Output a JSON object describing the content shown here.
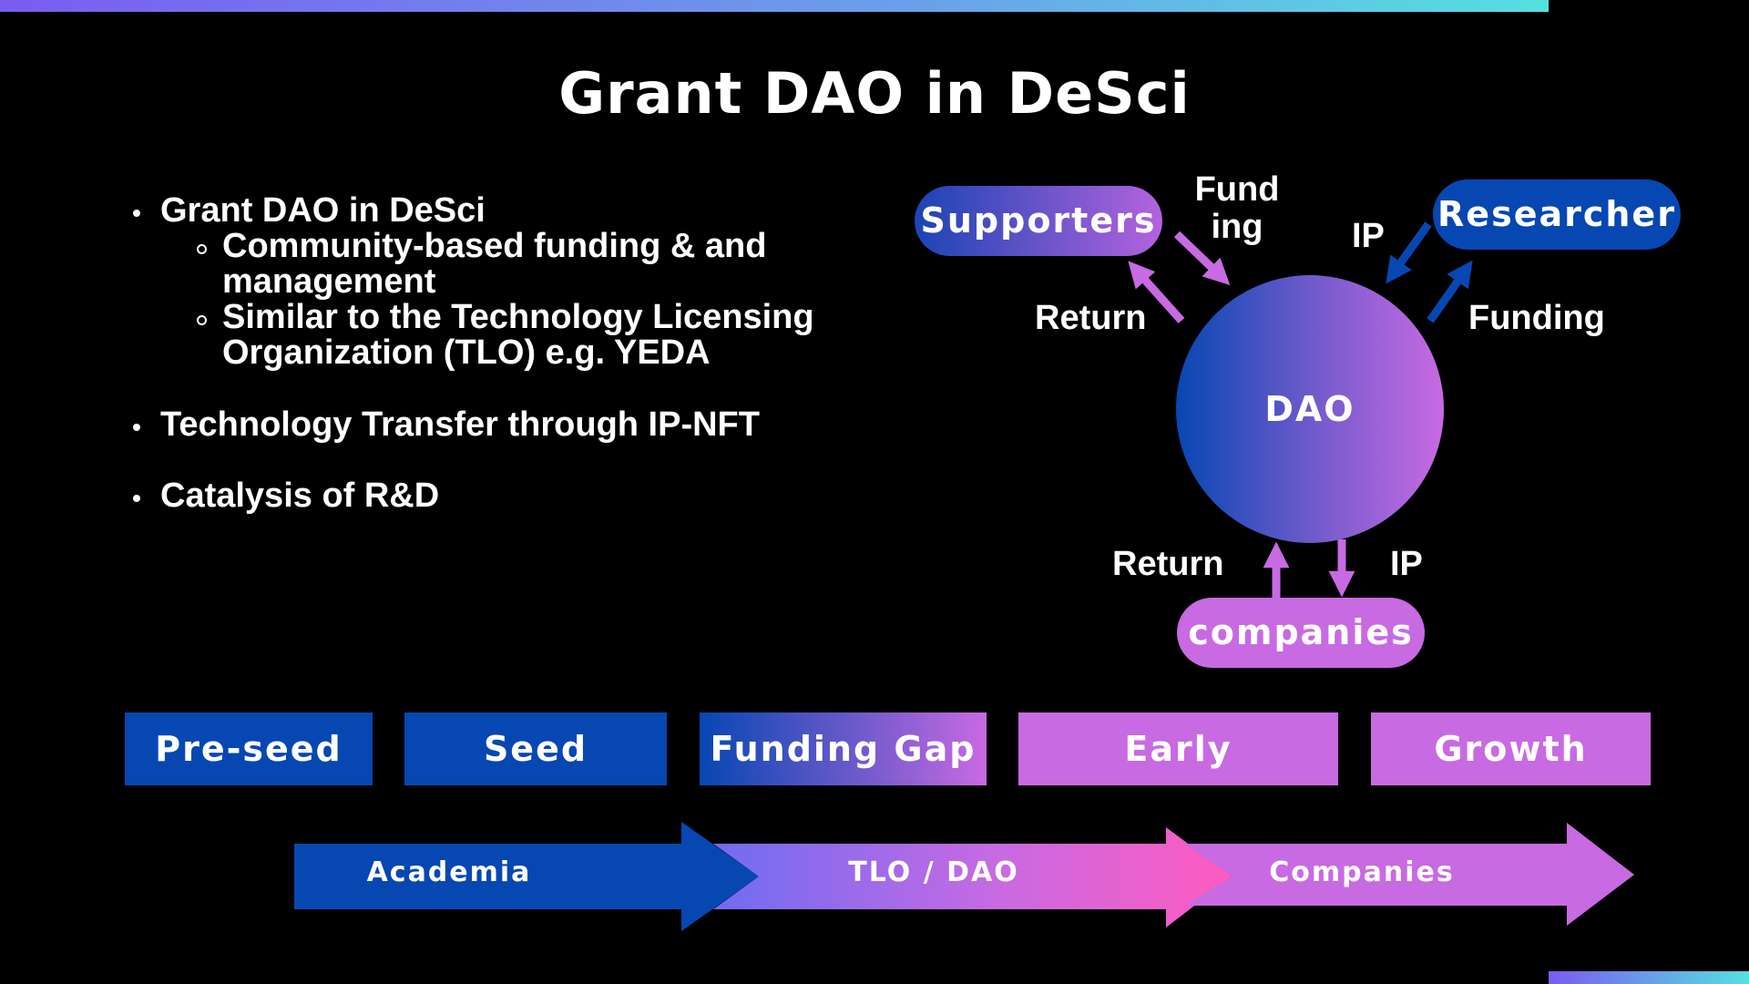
{
  "title": "Grant DAO in DeSci",
  "bullets": {
    "item1": "Grant DAO in DeSci",
    "item1_sub1_line1": "Community-based funding & and",
    "item1_sub1_line2": "management",
    "item1_sub2_line1": "Similar to the Technology Licensing",
    "item1_sub2_line2": "Organization (TLO) e.g. YEDA",
    "item2": "Technology Transfer through IP-NFT",
    "item3": "Catalysis of R&D"
  },
  "diagram": {
    "center": "DAO",
    "supporters": "Supporters",
    "researcher": "Researcher",
    "companies": "companies",
    "label_funding_top_1": "Fund",
    "label_funding_top_2": "ing",
    "label_return_left": "Return",
    "label_ip_top": "IP",
    "label_funding_right": "Funding",
    "label_return_bottom": "Return",
    "label_ip_bottom": "IP"
  },
  "stages": [
    "Pre-seed",
    "Seed",
    "Funding Gap",
    "Early",
    "Growth"
  ],
  "flow": [
    "Academia",
    "TLO / DAO",
    "Companies"
  ],
  "colors": {
    "blue": "#0747b2",
    "violet": "#c86ae2",
    "pink": "#ff5bbf",
    "periwinkle": "#6f6cf2"
  }
}
